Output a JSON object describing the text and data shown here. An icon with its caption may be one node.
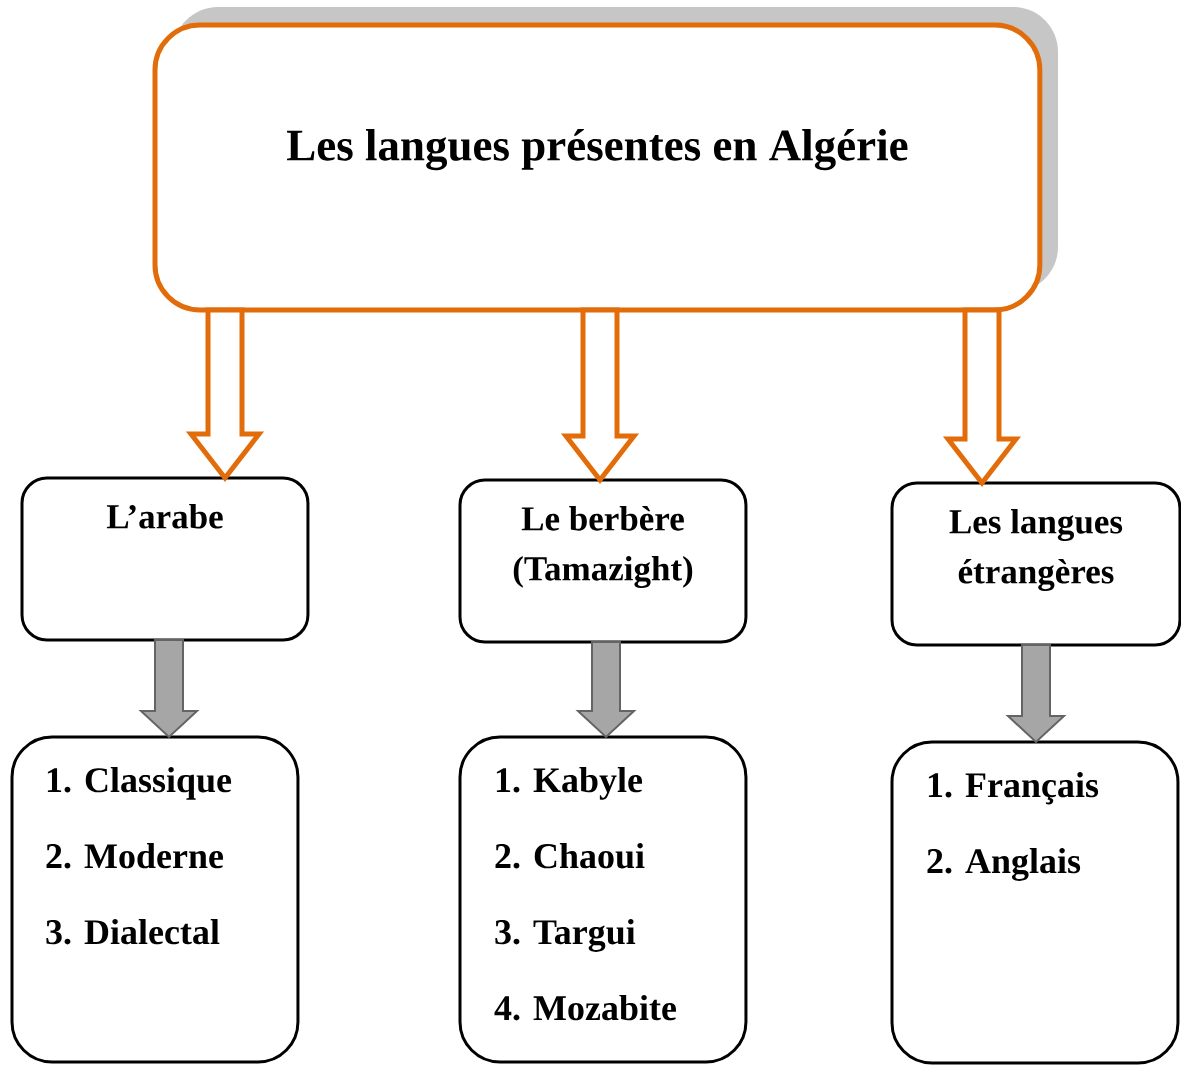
{
  "diagram": {
    "nodes": [
      {
        "text": [
          "Les langues présentes en Algérie"
        ]
      },
      {
        "text": [
          "L’arabe"
        ]
      },
      {
        "text": [
          "Le berbère (Tamazight)"
        ]
      },
      {
        "text": [
          "Les langues étrangères"
        ]
      },
      {
        "text": [
          "1. Classique",
          "2. Moderne",
          "3. Dialectal"
        ]
      },
      {
        "text": [
          "1. Kabyle",
          "2. Chaoui",
          "3. Targui",
          "4. Mozabite"
        ]
      },
      {
        "text": [
          "1. Français",
          "2. Anglais"
        ]
      }
    ],
    "edges": [
      {
        "from": 0,
        "to": 1,
        "arrow": "to",
        "style": "thick",
        "color": "#e36c0a"
      },
      {
        "from": 0,
        "to": 2,
        "arrow": "to",
        "style": "thick",
        "color": "#e36c0a"
      },
      {
        "from": 0,
        "to": 3,
        "arrow": "to",
        "style": "thick",
        "color": "#e36c0a"
      },
      {
        "from": 1,
        "to": 4,
        "arrow": "to",
        "color": "#a6a6a6"
      },
      {
        "from": 2,
        "to": 5,
        "arrow": "to",
        "color": "#a6a6a6"
      },
      {
        "from": 3,
        "to": 6,
        "arrow": "to",
        "color": "#a6a6a6"
      }
    ]
  }
}
